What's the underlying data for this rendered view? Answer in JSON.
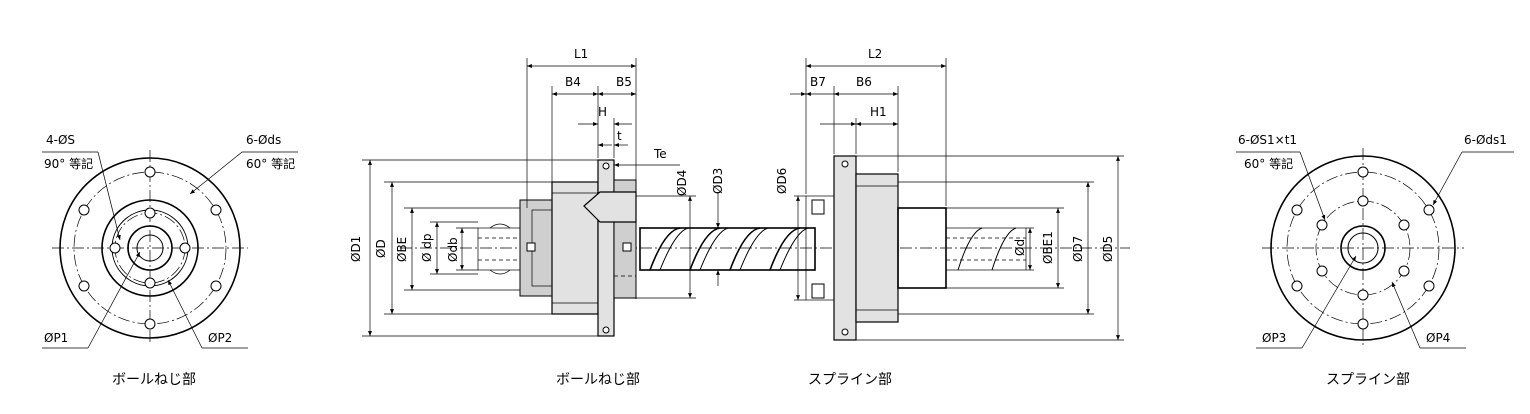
{
  "captions": {
    "ballscrew_end": "ボールねじ部",
    "ballscrew_side": "ボールねじ部",
    "spline_side": "スプライン部",
    "spline_end": "スプライン部"
  },
  "left_end_view": {
    "holes_s": "4-ØS",
    "holes_s_pitch": "90° 等記",
    "holes_ds": "6-Øds",
    "holes_ds_pitch": "60° 等記",
    "pcd_p1": "ØP1",
    "pcd_p2": "ØP2"
  },
  "ballscrew_side_view": {
    "L1": "L1",
    "B4": "B4",
    "B5": "B5",
    "H": "H",
    "t": "t",
    "Te": "Te",
    "D1": "ØD1",
    "D": "ØD",
    "BE": "ØBE",
    "dp": "Ø dp",
    "db": "Ødb",
    "D4": "ØD4",
    "D3": "ØD3"
  },
  "spline_side_view": {
    "L2": "L2",
    "B7": "B7",
    "B6": "B6",
    "H1": "H1",
    "D6": "ØD6",
    "d": "Ød",
    "BE1": "ØBE1",
    "D7": "ØD7",
    "D5": "ØD5"
  },
  "right_end_view": {
    "holes_s1": "6-ØS1×t1",
    "holes_s1_pitch": "60° 等記",
    "holes_ds1": "6-Øds1",
    "pcd_p3": "ØP3",
    "pcd_p4": "ØP4"
  }
}
